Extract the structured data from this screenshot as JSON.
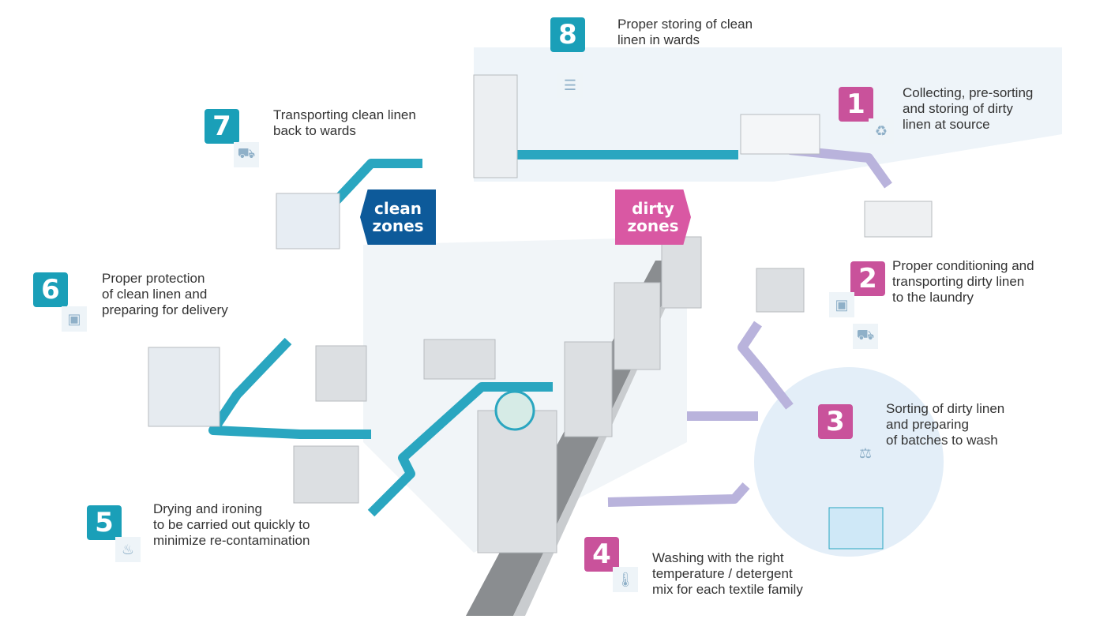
{
  "colors": {
    "clean_badge": "#1a9fb8",
    "dirty_badge": "#c9529b",
    "clean_zone": "#0d5a9a",
    "dirty_zone": "#d958a3",
    "clean_path": "#2aa6c0",
    "dirty_path": "#b9b3dc"
  },
  "zones": {
    "clean": "clean\nzones",
    "dirty": "dirty\nzones"
  },
  "steps": [
    {
      "number": "1",
      "text": "Collecting, pre-sorting\nand storing of dirty\nlinen at source",
      "icon": "recycle-icon"
    },
    {
      "number": "2",
      "text": "Proper conditioning and\ntransporting dirty linen\nto the laundry",
      "icon": "box-icon"
    },
    {
      "number": "3",
      "text": "Sorting of dirty linen\nand preparing\nof batches to wash",
      "icon": "scale-icon"
    },
    {
      "number": "4",
      "text": "Washing with the right\ntemperature / detergent\nmix for each textile family",
      "icon": "thermometer-icon"
    },
    {
      "number": "5",
      "text": "Drying and ironing\nto be carried out quickly to\nminimize re-contamination",
      "icon": "steam-icon"
    },
    {
      "number": "6",
      "text": "Proper protection\nof clean linen and\npreparing for delivery",
      "icon": "package-icon"
    },
    {
      "number": "7",
      "text": "Transporting clean linen\nback to wards",
      "icon": "cart-icon"
    },
    {
      "number": "8",
      "text": "Proper storing of clean\nlinen in wards",
      "icon": "shelf-icon"
    }
  ]
}
